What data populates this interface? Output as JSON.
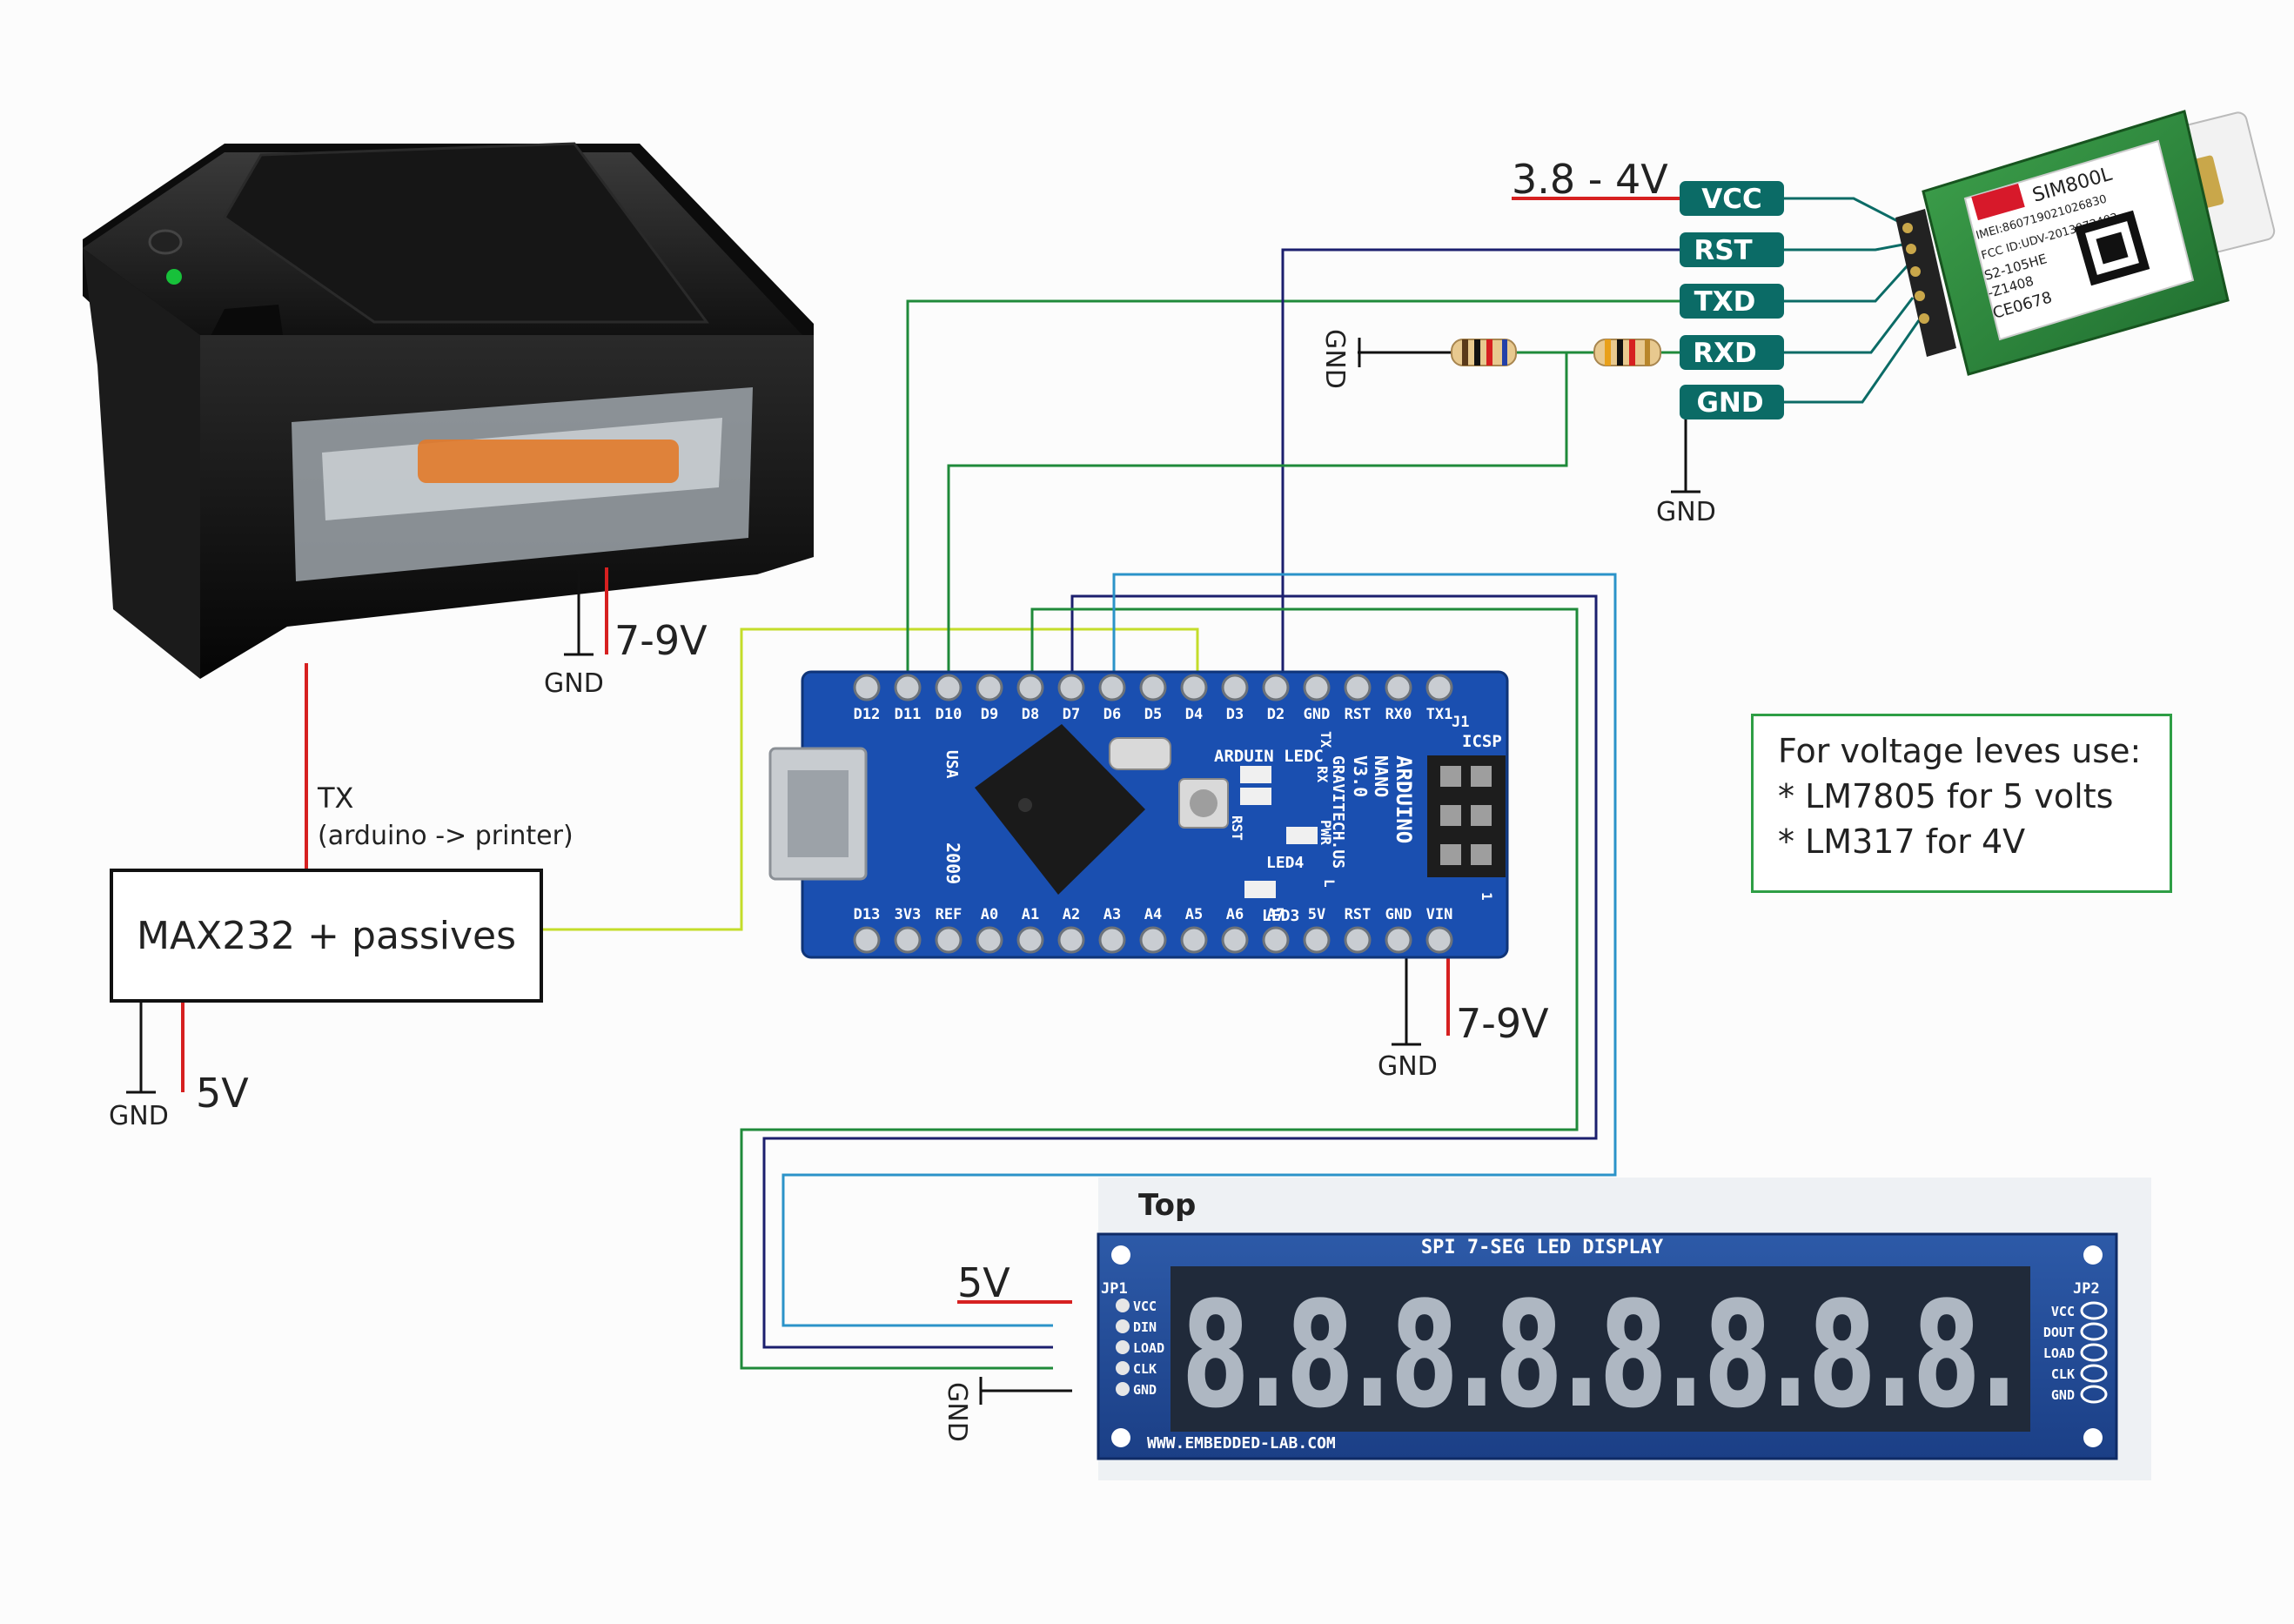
{
  "labels": {
    "gnd": "GND",
    "v79": "7-9V",
    "v5": "5V",
    "v38": "3.8 - 4V",
    "tx": "TX",
    "tx_note": "(arduino -> printer)",
    "max232": "MAX232 + passives",
    "top": "Top"
  },
  "sim_pins": [
    "VCC",
    "RST",
    "TXD",
    "RXD",
    "GND"
  ],
  "sim_module": {
    "name": "SIM800L",
    "imei": "IMEI:860719021026830",
    "fcc": "FCC ID:UDV-2013072402",
    "model": "S2-105HE",
    "code": "-Z1408",
    "ce": "CE0678"
  },
  "nano": {
    "top_pins": [
      "D12",
      "D11",
      "D10",
      "D9",
      "D8",
      "D7",
      "D6",
      "D5",
      "D4",
      "D3",
      "D2",
      "GND",
      "RST",
      "RX0",
      "TX1"
    ],
    "bottom_pins": [
      "D13",
      "3V3",
      "REF",
      "A0",
      "A1",
      "A2",
      "A3",
      "A4",
      "A5",
      "A6",
      "A7",
      "5V",
      "RST",
      "GND",
      "VIN"
    ],
    "silk_arduino": "ARDUINO",
    "silk_led_c": "ARDUIN LEDC",
    "silk_nano": "NANO",
    "silk_ver": "V3.0",
    "silk_site": "GRAVITECH.US",
    "silk_usa": "USA",
    "silk_year": "2009",
    "silk_icsp": "ICSP",
    "silk_j1": "J1",
    "silk_tx": "TX",
    "silk_rx": "RX",
    "silk_pwr": "PWR",
    "silk_led4": "LED4",
    "silk_led3": "LED3",
    "silk_rst": "RST",
    "silk_l": "L",
    "silk_one": "1"
  },
  "display": {
    "title": "SPI 7-SEG LED DISPLAY",
    "jp1": "JP1",
    "jp2": "JP2",
    "left_pins": [
      "VCC",
      "DIN",
      "LOAD",
      "CLK",
      "GND"
    ],
    "right_pins": [
      "VCC",
      "DOUT",
      "LOAD",
      "CLK",
      "GND"
    ],
    "url": "WWW.EMBEDDED-LAB.COM",
    "digits": "8.8.8.8.8.8.8.8."
  },
  "note": {
    "lines": [
      "For voltage leves use:",
      "* LM7805 for 5 volts",
      "* LM317 for 4V"
    ]
  },
  "colors": {
    "power": "#d62020",
    "ground": "#111111",
    "tx_green": "#1f8a3a",
    "rst_navy": "#1c1f6e",
    "din_blue": "#2b93c9",
    "max_yellow": "#c4dd2a",
    "pin_teal": "#0b6b66",
    "board_blue": "#1a4fb0"
  }
}
